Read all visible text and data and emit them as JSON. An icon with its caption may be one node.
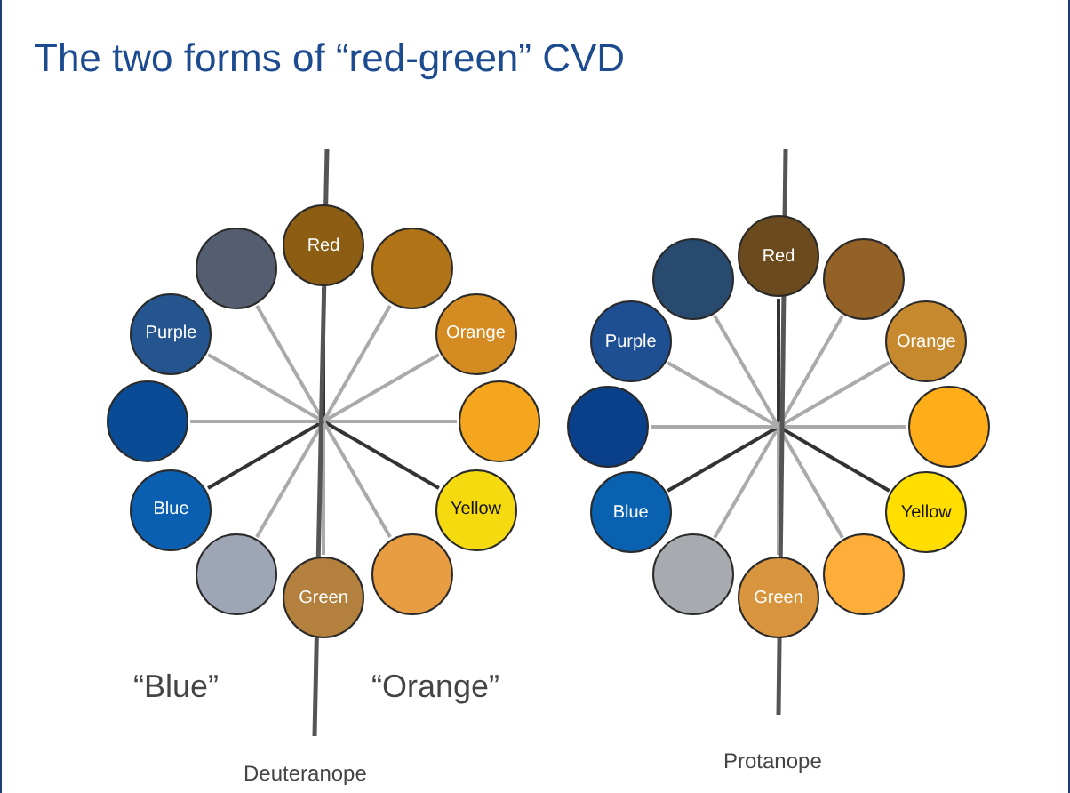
{
  "diagram": {
    "title": "The two forms of “red-green” CVD",
    "nodes": [
      {
        "text": [
          "Red"
        ]
      },
      {
        "text": [],
        "shape": "circle"
      },
      {
        "text": [
          "Orange"
        ]
      },
      {
        "text": [],
        "shape": "circle"
      },
      {
        "text": [
          "Yellow"
        ]
      },
      {
        "text": [],
        "shape": "circle"
      },
      {
        "text": [
          "Green"
        ]
      },
      {
        "text": [],
        "shape": "circle"
      },
      {
        "text": [
          "Blue"
        ]
      },
      {
        "text": [],
        "shape": "circle"
      },
      {
        "text": [
          "Purple"
        ]
      },
      {
        "text": [],
        "shape": "circle"
      },
      {
        "text": [
          "Red"
        ]
      },
      {
        "text": [],
        "shape": "circle"
      },
      {
        "text": [
          "Orange"
        ]
      },
      {
        "text": [],
        "shape": "circle"
      },
      {
        "text": [
          "Yellow"
        ]
      },
      {
        "text": [],
        "shape": "circle"
      },
      {
        "text": [
          "Green"
        ]
      },
      {
        "text": [],
        "shape": "circle"
      },
      {
        "text": [
          "Blue"
        ]
      },
      {
        "text": [],
        "shape": "circle"
      },
      {
        "text": [
          "Purple"
        ]
      },
      {
        "text": [],
        "shape": "circle"
      }
    ],
    "labels": [
      "“Blue”",
      "“Orange”",
      "Deuteranope",
      "Protanope"
    ]
  }
}
